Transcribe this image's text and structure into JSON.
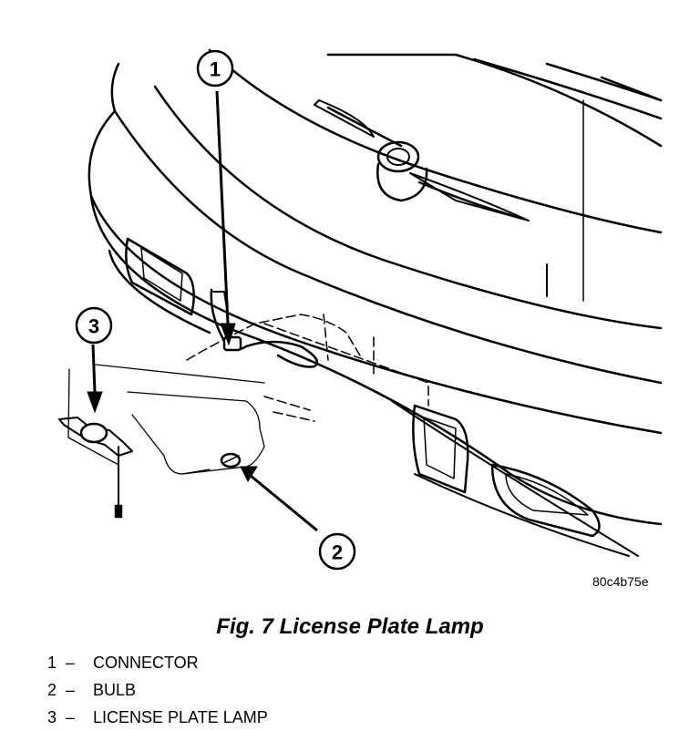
{
  "figure": {
    "callouts": [
      {
        "number": "1",
        "part": "CONNECTOR"
      },
      {
        "number": "2",
        "part": "BULB"
      },
      {
        "number": "3",
        "part": "LICENSE PLATE LAMP"
      }
    ],
    "image_code": "80c4b75e",
    "caption": "Fig. 7 License Plate Lamp",
    "legend_separator": "–"
  },
  "colors": {
    "ink": "#000000",
    "paper": "#ffffff"
  }
}
